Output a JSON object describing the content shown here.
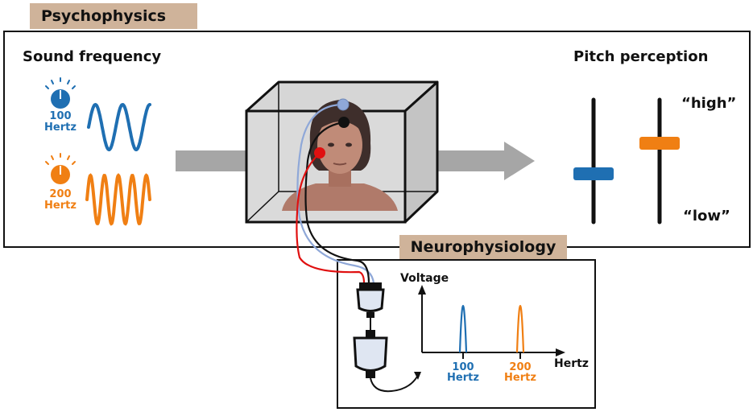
{
  "psychophysics": {
    "tag": "Psychophysics",
    "sound_frequency_title": "Sound frequency",
    "pitch_perception_title": "Pitch perception",
    "tone_low": {
      "value": "100",
      "unit": "Hertz",
      "color": "#1f6fb2"
    },
    "tone_high": {
      "value": "200",
      "unit": "Hertz",
      "color": "#f07f13"
    },
    "high_label": "“high”",
    "low_label": "“low”",
    "slider_low_color": "#1f6fb2",
    "slider_high_color": "#f07f13"
  },
  "neurophysiology": {
    "tag": "Neurophysiology",
    "y_axis_label": "Voltage",
    "x_axis_label": "Hertz",
    "peak_low": {
      "value": "100",
      "unit": "Hertz",
      "color": "#1f6fb2"
    },
    "peak_high": {
      "value": "200",
      "unit": "Hertz",
      "color": "#f07f13"
    }
  },
  "colors": {
    "tag_bg": "#cfb39a",
    "arrow": "#a6a6a6",
    "electrode_red": "#e01010",
    "electrode_blue": "#8fa8d8",
    "electrode_black": "#111111"
  }
}
